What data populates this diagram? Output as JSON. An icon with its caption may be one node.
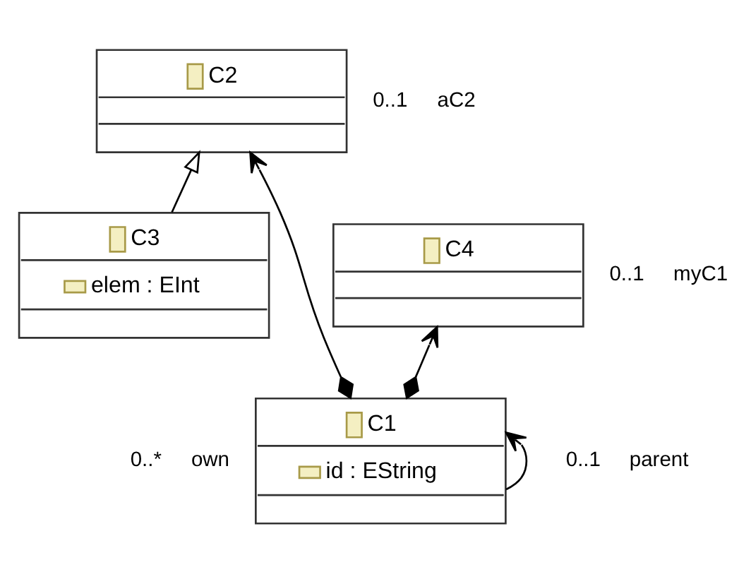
{
  "diagram": {
    "nodes": [
      {
        "text": [
          "C2"
        ]
      },
      {
        "text": [
          "C3",
          "elem : EInt"
        ]
      },
      {
        "text": [
          "C4"
        ]
      },
      {
        "text": [
          "C1",
          "id : EString"
        ]
      }
    ],
    "edges": [
      {
        "from": 1,
        "to": 0,
        "arrow": "to"
      },
      {
        "from": 3,
        "to": 0,
        "arrow": "to"
      },
      {
        "from": 3,
        "to": 2,
        "arrow": "to"
      },
      {
        "from": 3,
        "to": 3,
        "arrow": "to"
      }
    ],
    "labels": [
      "0..1",
      "aC2",
      "0..1",
      "myC1",
      "0..*",
      "own",
      "0..1",
      "parent"
    ]
  }
}
